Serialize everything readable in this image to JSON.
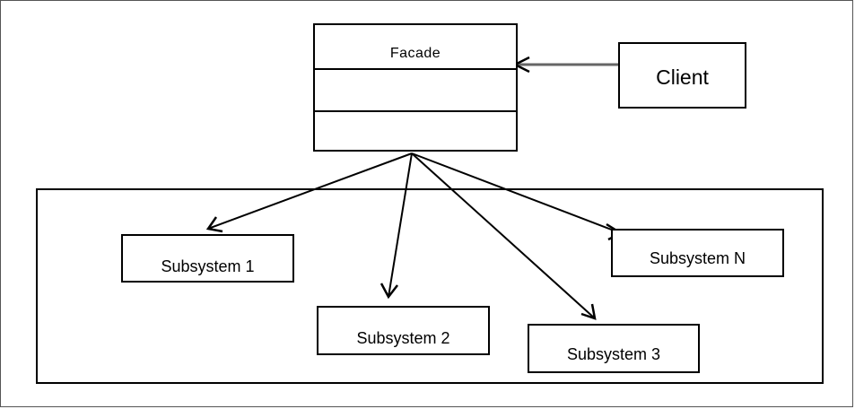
{
  "diagram": {
    "facade": {
      "title": "Facade"
    },
    "client": {
      "label": "Client"
    },
    "subsystems": [
      "Subsystem 1",
      "Subsystem 2",
      "Subsystem 3",
      "Subsystem N"
    ]
  },
  "colors": {
    "stroke": "#000000",
    "client_arrow": "#666666",
    "background": "#ffffff"
  }
}
